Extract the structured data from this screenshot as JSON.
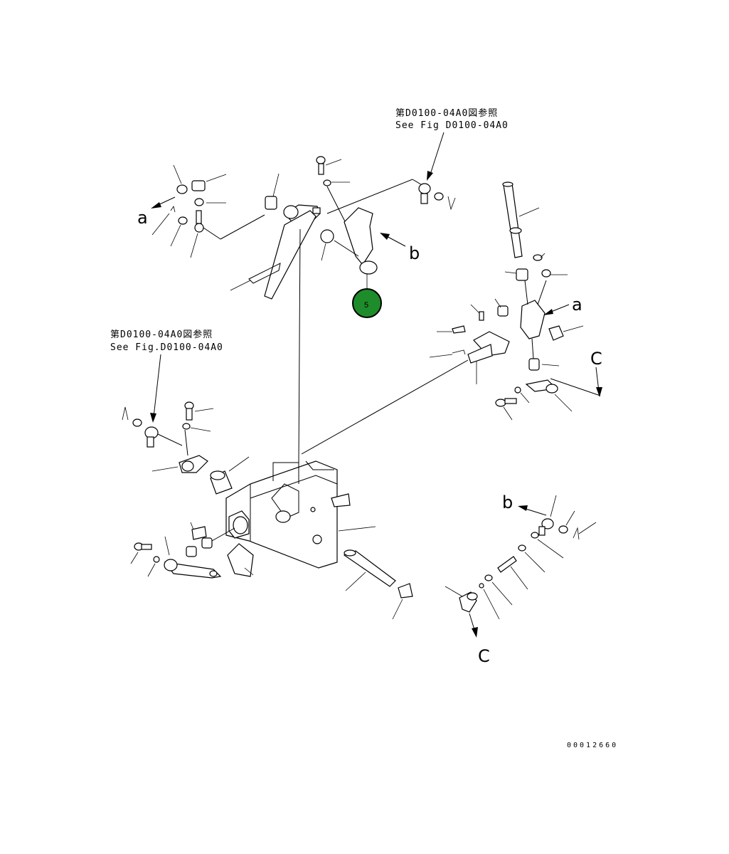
{
  "references": {
    "top_jp": "第D0100-04A0図参照",
    "top_en": "See Fig D0100-04A0",
    "left_jp": "第D0100-04A0図参照",
    "left_en": "See Fig.D0100-04A0"
  },
  "markers": {
    "a": "a",
    "b": "b",
    "c": "C"
  },
  "callout": {
    "number": "5",
    "color": "#1e8c2a"
  },
  "drawing_number": "00012660"
}
